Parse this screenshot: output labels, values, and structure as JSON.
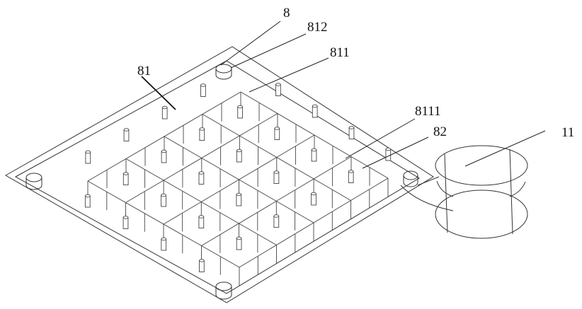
{
  "labels": {
    "part_8": "8",
    "part_812": "812",
    "part_811": "811",
    "part_81": "81",
    "part_8111": "8111",
    "part_82": "82",
    "part_11": "11"
  }
}
